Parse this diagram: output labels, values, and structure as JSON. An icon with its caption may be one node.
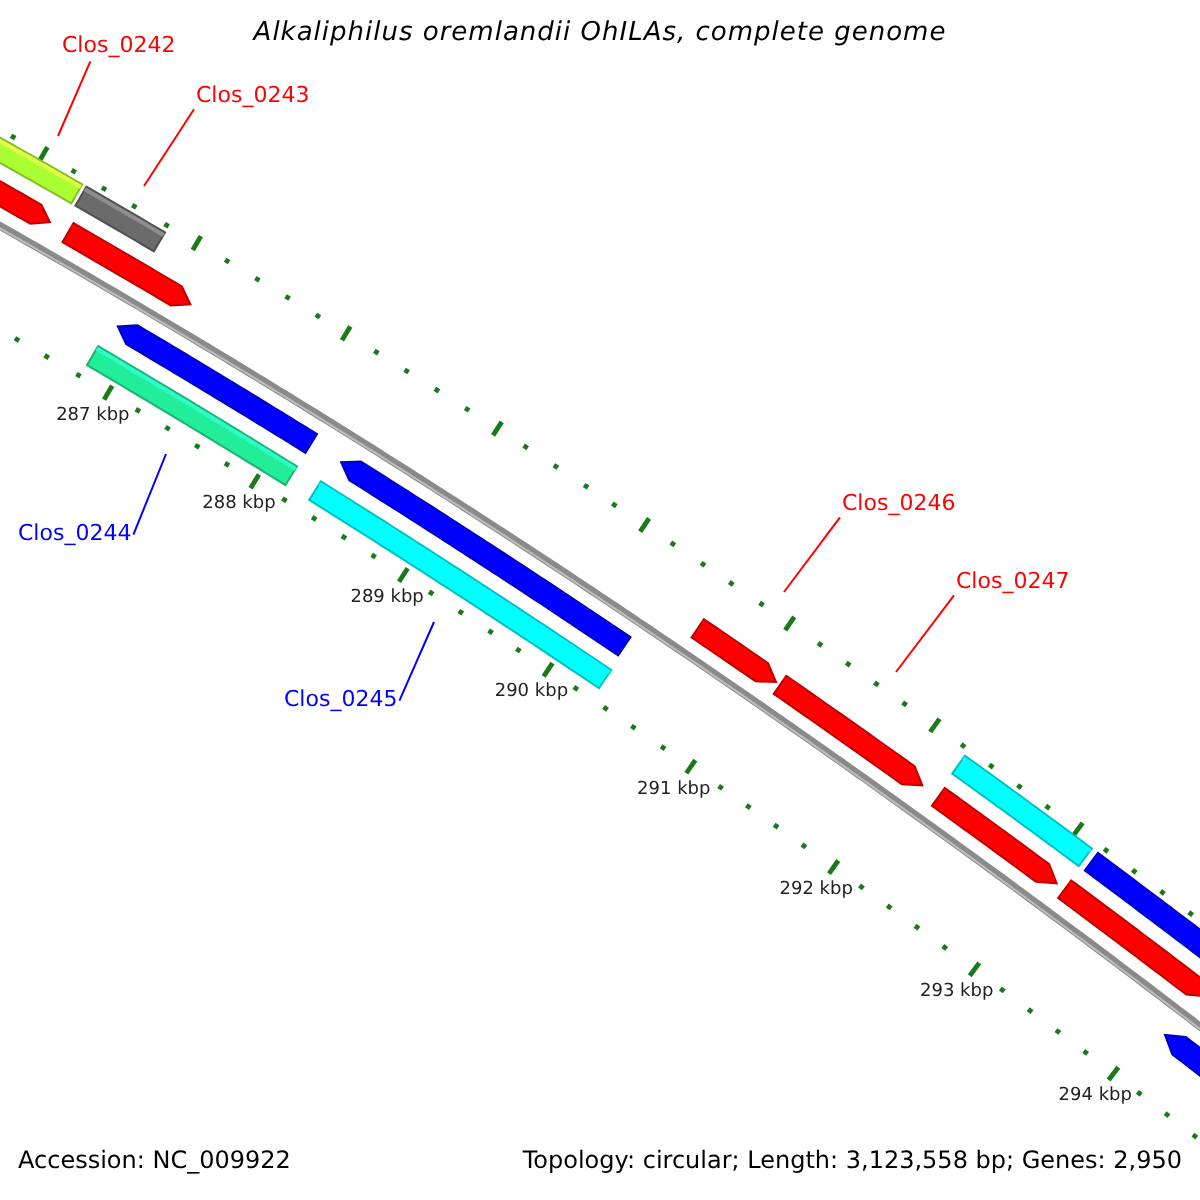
{
  "diagram": {
    "title": "Alkaliphilus oremlandii OhILAs, complete genome",
    "nodes": [
      {
        "text": [
          "Clos_0242"
        ]
      },
      {
        "text": [
          "Clos_0243"
        ]
      },
      {
        "text": [
          "Clos_0244"
        ]
      },
      {
        "text": [
          "Clos_0245"
        ]
      },
      {
        "text": [
          "Clos_0246"
        ]
      },
      {
        "text": [
          "Clos_0247"
        ]
      }
    ],
    "edges": [
      {
        "from": 0,
        "to": null,
        "arrow": "none"
      },
      {
        "from": 1,
        "to": null,
        "arrow": "none"
      },
      {
        "from": 2,
        "to": null,
        "arrow": "none",
        "color": "#0000ff"
      },
      {
        "from": 3,
        "to": null,
        "arrow": "none",
        "color": "#0000ff"
      },
      {
        "from": 4,
        "to": null,
        "arrow": "none"
      },
      {
        "from": 5,
        "to": null,
        "arrow": "none"
      }
    ],
    "labels": [
      "287 kbp",
      "288 kbp",
      "289 kbp",
      "290 kbp",
      "291 kbp",
      "292 kbp",
      "293 kbp",
      "294 kbp",
      "Accession: NC_009922",
      "Topology: circular; Length: 3,123,558 bp; Genes: 2,950"
    ]
  }
}
